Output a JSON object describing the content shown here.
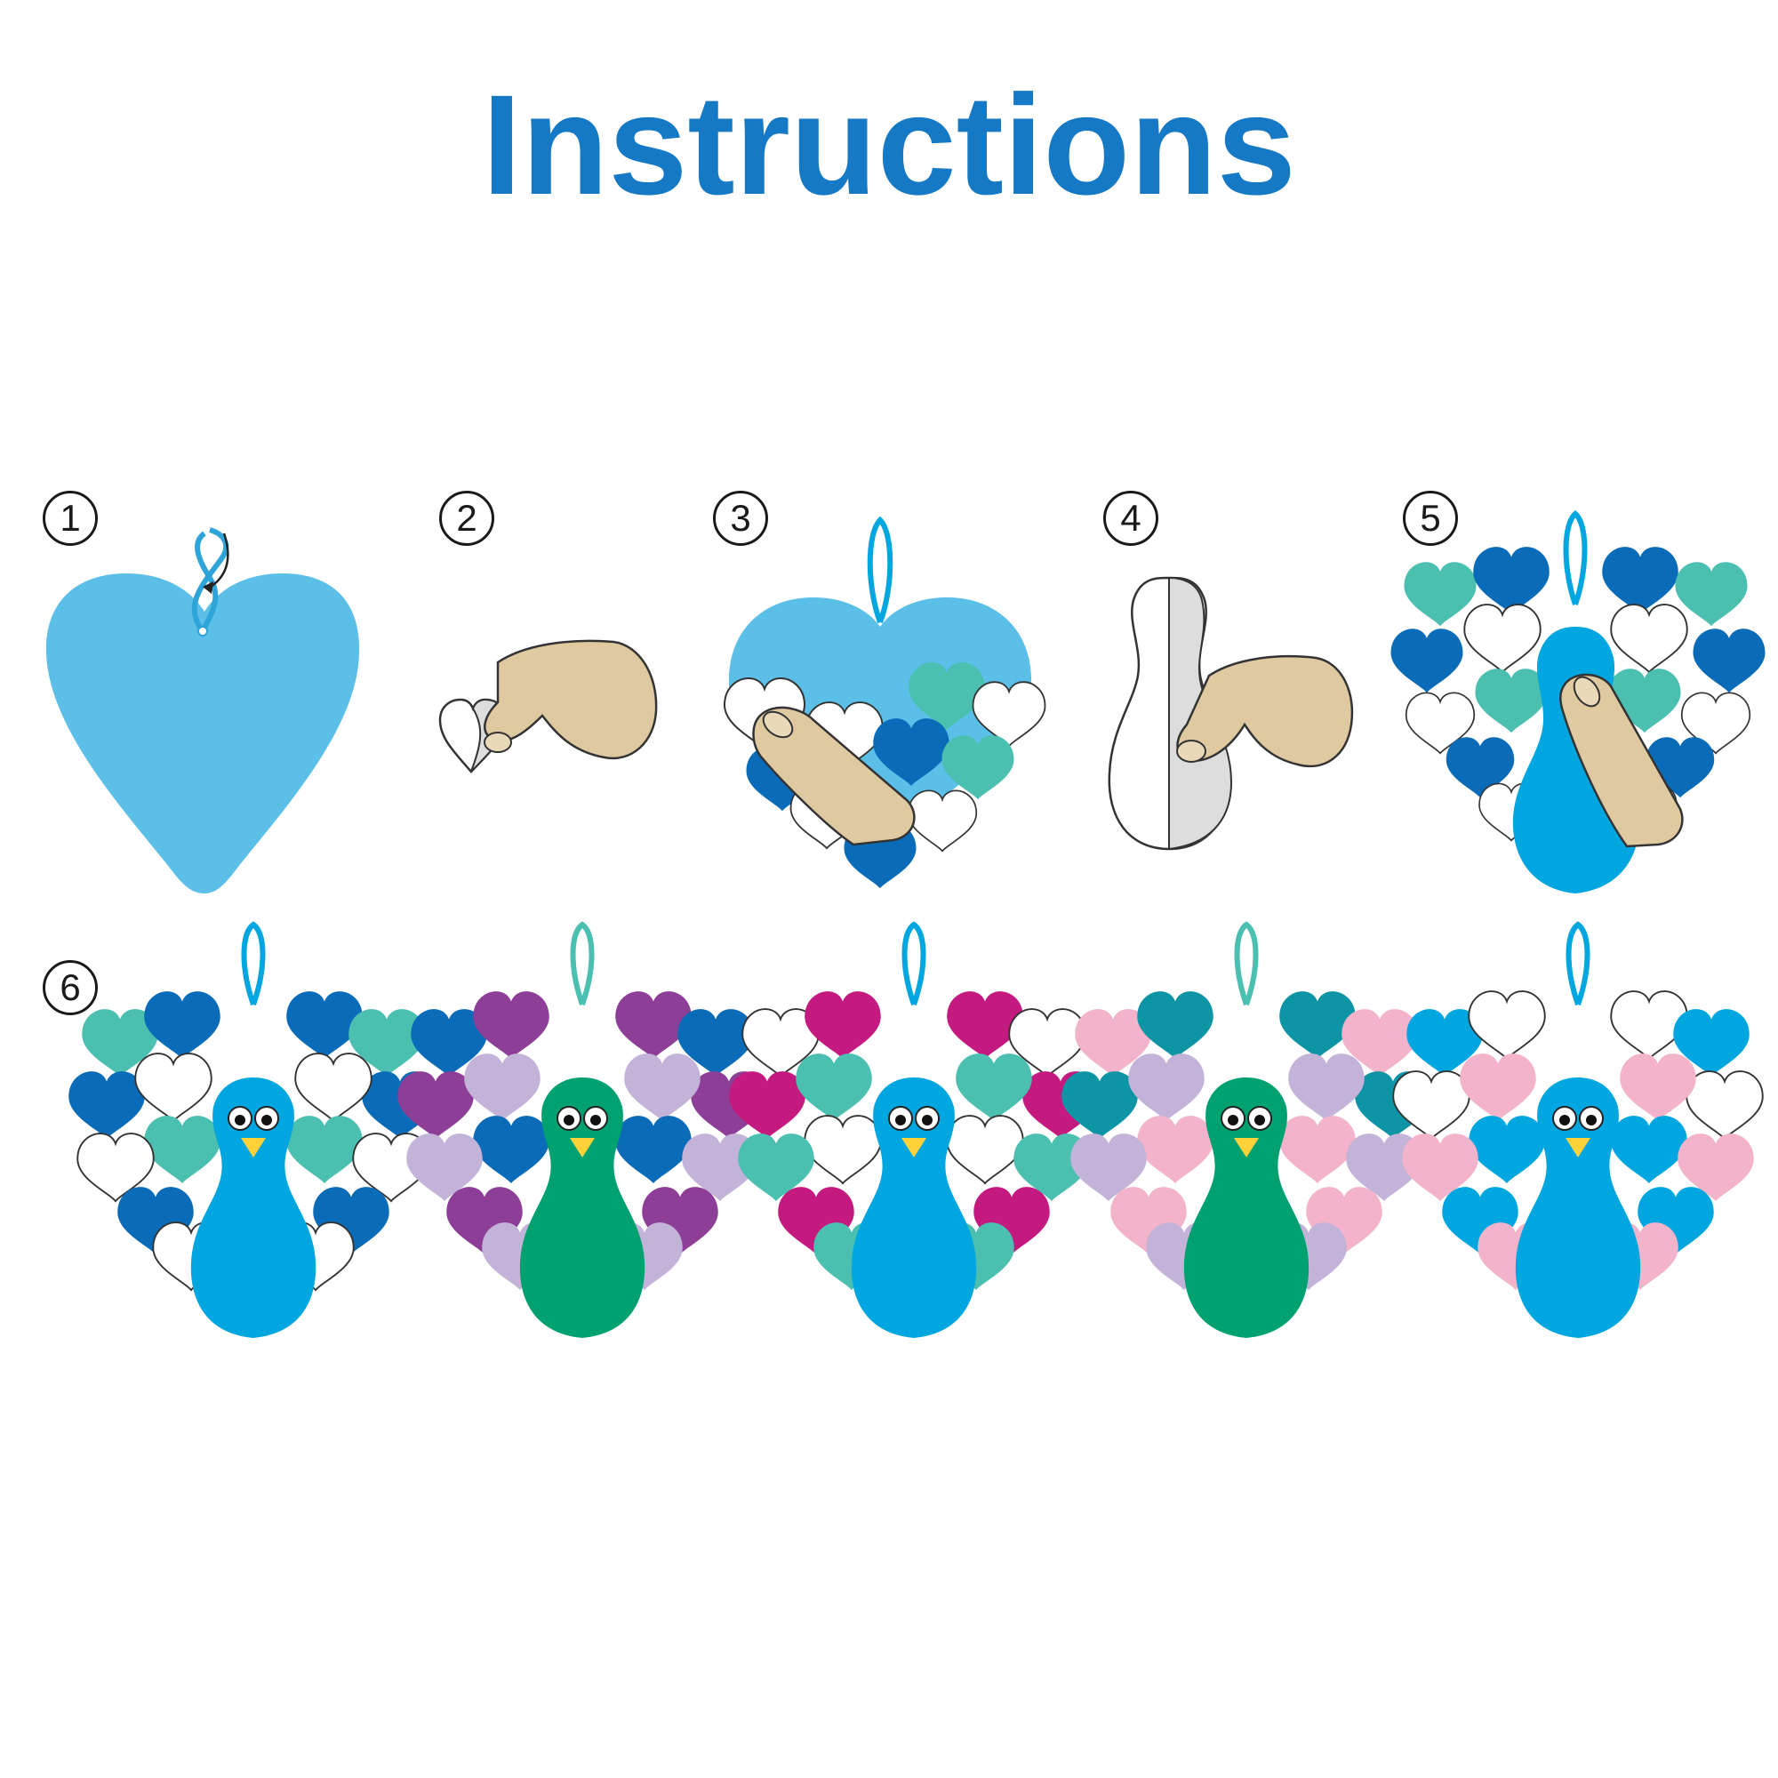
{
  "title": "Instructions",
  "steps": [
    {
      "number": "1",
      "label": ""
    },
    {
      "number": "2",
      "label": ""
    },
    {
      "number": "3",
      "label": ""
    },
    {
      "number": "4",
      "label": ""
    },
    {
      "number": "5",
      "label": ""
    },
    {
      "number": "6",
      "label": ""
    }
  ],
  "colors": {
    "title": "#1679c5",
    "heart_base": "#5bbfe8",
    "peacock_blue": "#00a6e0",
    "peacock_green": "#00a170",
    "feather_dark_blue": "#0a6cb8",
    "feather_teal": "#4bbfb0",
    "feather_purple": "#8d3f97",
    "feather_lavender": "#c4b3d9",
    "feather_magenta": "#c4197e",
    "feather_pink": "#f3b4cb",
    "feather_dark_teal": "#0e95a5",
    "skin": "#dfc9a1",
    "beak": "#ffd23a"
  },
  "variants": [
    {
      "name": "blue-peacock",
      "body": "#00a6e0"
    },
    {
      "name": "green-purple-peacock",
      "body": "#00a170"
    },
    {
      "name": "blue-magenta-peacock",
      "body": "#00a6e0"
    },
    {
      "name": "green-pink-peacock",
      "body": "#00a170"
    },
    {
      "name": "blue-pink-peacock",
      "body": "#00a6e0"
    }
  ]
}
